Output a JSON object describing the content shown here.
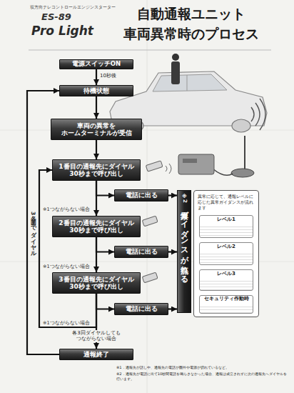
{
  "diagram": {
    "title": "自動通報ユニット 車両異常時のプロセス",
    "nodes": [
      {
        "text": [
          "電源スイッチON"
        ]
      },
      {
        "text": [
          "待機状態"
        ]
      },
      {
        "text": [
          "車両の異常を ホームターミナルが受信"
        ]
      },
      {
        "text": [
          "1番目の通報先にダイヤル 30秒まで呼び出し"
        ]
      },
      {
        "text": [
          "電話に出る"
        ]
      },
      {
        "text": [
          "2番目の通報先にダイヤル 30秒まで呼び出し"
        ]
      },
      {
        "text": [
          "電話に出る"
        ]
      },
      {
        "text": [
          "3番目の通報先にダイヤル 30秒まで呼び出し"
        ]
      },
      {
        "text": [
          "電話に出る"
        ]
      },
      {
        "text": [
          "通報終了"
        ]
      },
      {
        "text": [
          "※2",
          "異常ガイダンスが流れる"
        ]
      },
      {
        "text": [
          "異常に応じて、通報レベルに応じた異常ガイダンスが流れます"
        ]
      },
      {
        "text": [
          "レベル1"
        ],
        "in": 11
      },
      {
        "text": [
          "レベル2"
        ],
        "in": 11
      },
      {
        "text": [
          "レベル3"
        ],
        "in": 11
      },
      {
        "text": [
          "セキュリティ作動時"
        ],
        "in": 11
      }
    ],
    "edges": [
      {
        "from": 0,
        "to": 1,
        "arrow": "to",
        "label": "10秒後"
      },
      {
        "from": 1,
        "to": 2,
        "arrow": "to"
      },
      {
        "from": 2,
        "to": 3,
        "arrow": "to"
      },
      {
        "from": 3,
        "to": 4,
        "arrow": "to"
      },
      {
        "from": 4,
        "to": 10,
        "arrow": "to"
      },
      {
        "from": 3,
        "to": 5,
        "arrow": "to",
        "label": "※1つながらない場合"
      },
      {
        "from": 5,
        "to": 6,
        "arrow": "to"
      },
      {
        "from": 6,
        "to": 10,
        "arrow": "to"
      },
      {
        "from": 5,
        "to": 7,
        "arrow": "to",
        "label": "※1つながらない場合"
      },
      {
        "from": 7,
        "to": 8,
        "arrow": "to"
      },
      {
        "from": 8,
        "to": 10,
        "arrow": "to"
      },
      {
        "from": 7,
        "to": 3,
        "arrow": "to",
        "label": "各3回までダイヤル"
      },
      {
        "from": 7,
        "to": 9,
        "arrow": "to",
        "label": "各3回ダイヤルしても つながらない場合"
      },
      {
        "from": 9,
        "to": 1,
        "arrow": "to"
      }
    ],
    "labels": [
      "双方向テレコントロールエンジンスターター",
      "ES-89",
      "Pro Light",
      "※1つながらない場合",
      "※1．通報先が話し中、通報先の電話が圏外や電源が切れているなど。",
      "※2．通報先が電話に出て10秒間電話を鳴らさなかった場合、通報は成立されずに次の通報先へダイヤルを行います。"
    ]
  }
}
